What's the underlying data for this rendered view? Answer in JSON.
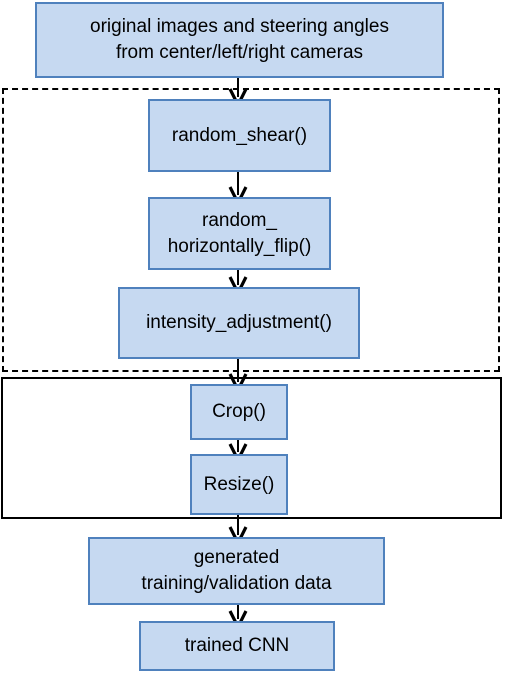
{
  "diagram": {
    "nodes": {
      "source": {
        "line1": "original images and steering angles",
        "line2": "from center/left/right cameras"
      },
      "shear": {
        "label": "random_shear()"
      },
      "flip": {
        "line1": "random_",
        "line2": "horizontally_flip()"
      },
      "intensity": {
        "label": "intensity_adjustment()"
      },
      "crop": {
        "label": "Crop()"
      },
      "resize": {
        "label": "Resize()"
      },
      "generated": {
        "line1": "generated",
        "line2": "training/validation data"
      },
      "trained": {
        "label": "trained CNN"
      }
    },
    "colors": {
      "box_fill": "#c6d9f1",
      "box_border": "#4f81bd",
      "group_border": "#000000",
      "arrow": "#000000"
    }
  }
}
